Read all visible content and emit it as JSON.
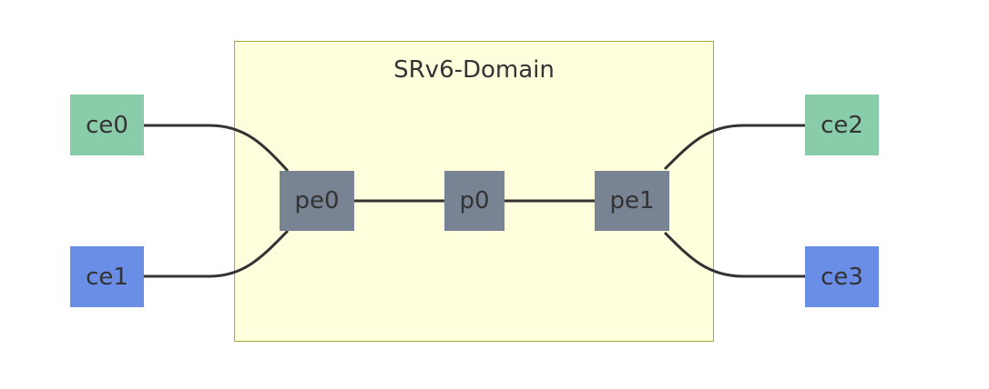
{
  "domain": {
    "title": "SRv6-Domain"
  },
  "nodes": {
    "ce0": "ce0",
    "ce1": "ce1",
    "ce2": "ce2",
    "ce3": "ce3",
    "pe0": "pe0",
    "p0": "p0",
    "pe1": "pe1"
  },
  "edges": [
    [
      "ce0",
      "pe0"
    ],
    [
      "ce1",
      "pe0"
    ],
    [
      "pe0",
      "p0"
    ],
    [
      "p0",
      "pe1"
    ],
    [
      "pe1",
      "ce2"
    ],
    [
      "pe1",
      "ce3"
    ]
  ],
  "colors": {
    "domain_fill": "#ffffde",
    "domain_border": "#aaaa33",
    "ce_green": "#88ccaa",
    "ce_blue": "#6a8de6",
    "router": "#788393",
    "edge": "#333333",
    "text": "#333333"
  }
}
